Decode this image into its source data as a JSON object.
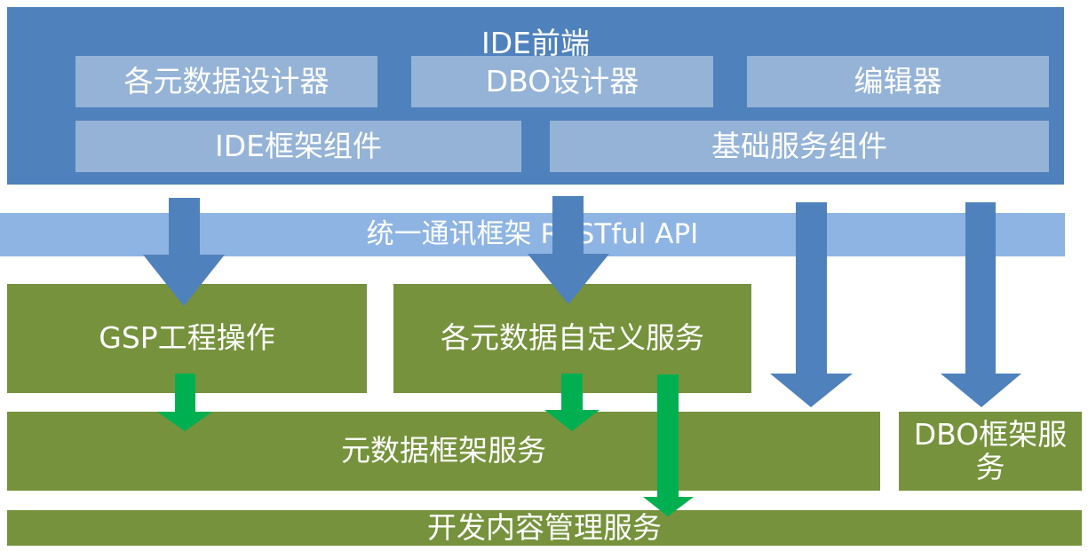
{
  "ide_frontend": {
    "title": "IDE前端",
    "components": {
      "meta_designer": "各元数据设计器",
      "dbo_designer": "DBO设计器",
      "editor": "编辑器",
      "ide_framework": "IDE框架组件",
      "basic_service": "基础服务组件"
    }
  },
  "communication": {
    "label": "统一通讯框架 RESTful API"
  },
  "services": {
    "gsp": "GSP工程操作",
    "custom": "各元数据自定义服务",
    "metadata_framework": "元数据框架服务",
    "dbo_framework_line1": "DBO框架服",
    "dbo_framework_line2": "务",
    "content_management": "开发内容管理服务"
  },
  "colors": {
    "frontend": "#4f81bd",
    "frontend_component": "#95b3d7",
    "api_bar": "#8eb4e3",
    "service": "#76923c",
    "blue_arrow": "#4f81bd",
    "green_arrow": "#00b050"
  }
}
